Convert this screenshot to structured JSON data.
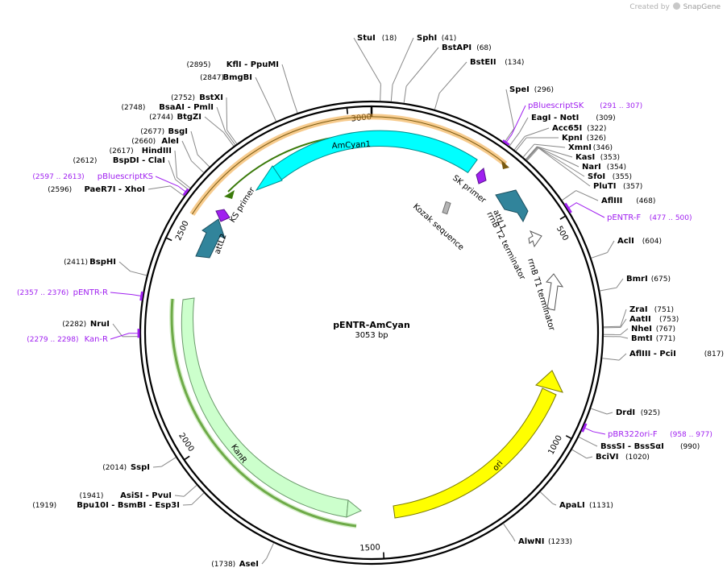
{
  "credit": {
    "prefix": "Created by",
    "brand": "SnapGene"
  },
  "plasmid": {
    "name": "pENTR-AmCyan",
    "length_label": "3053 bp",
    "length": 3053
  },
  "ticks": [
    {
      "bp": 3000,
      "label": "3000"
    },
    {
      "bp": 500,
      "label": "500"
    },
    {
      "bp": 1000,
      "label": "1000"
    },
    {
      "bp": 1500,
      "label": "1500"
    },
    {
      "bp": 2000,
      "label": "2000"
    },
    {
      "bp": 2500,
      "label": "2500"
    }
  ],
  "sites": [
    {
      "bp": 18,
      "pos": "(18)",
      "name": "StuI"
    },
    {
      "bp": 41,
      "pos": "(41)",
      "name": "SphI"
    },
    {
      "bp": 68,
      "pos": "(68)",
      "name": "BstAPI"
    },
    {
      "bp": 134,
      "pos": "(134)",
      "name": "BstEII"
    },
    {
      "bp": 296,
      "pos": "(296)",
      "name": "SpeI"
    },
    {
      "bp": 309,
      "pos": "(309)",
      "name": "EagI  - NotI"
    },
    {
      "bp": 322,
      "pos": "(322)",
      "name": "Acc65I"
    },
    {
      "bp": 326,
      "pos": "(326)",
      "name": "KpnI"
    },
    {
      "bp": 346,
      "pos": "(346)",
      "name": "XmnI"
    },
    {
      "bp": 353,
      "pos": "(353)",
      "name": "KasI"
    },
    {
      "bp": 354,
      "pos": "(354)",
      "name": "NarI"
    },
    {
      "bp": 355,
      "pos": "(355)",
      "name": "SfoI"
    },
    {
      "bp": 357,
      "pos": "(357)",
      "name": "PluTI"
    },
    {
      "bp": 468,
      "pos": "(468)",
      "name": "AflIII"
    },
    {
      "bp": 604,
      "pos": "(604)",
      "name": "AclI"
    },
    {
      "bp": 675,
      "pos": "(675)",
      "name": "BmrI"
    },
    {
      "bp": 751,
      "pos": "(751)",
      "name": "ZraI"
    },
    {
      "bp": 753,
      "pos": "(753)",
      "name": "AatII"
    },
    {
      "bp": 767,
      "pos": "(767)",
      "name": "NheI"
    },
    {
      "bp": 771,
      "pos": "(771)",
      "name": "BmtI"
    },
    {
      "bp": 817,
      "pos": "(817)",
      "name": "AflIII  - PciI"
    },
    {
      "bp": 925,
      "pos": "(925)",
      "name": "DrdI"
    },
    {
      "bp": 990,
      "pos": "(990)",
      "name": "BssSI  - BssSαI"
    },
    {
      "bp": 1020,
      "pos": "(1020)",
      "name": "BciVI"
    },
    {
      "bp": 1131,
      "pos": "(1131)",
      "name": "ApaLI"
    },
    {
      "bp": 1233,
      "pos": "(1233)",
      "name": "AlwNI"
    },
    {
      "bp": 1738,
      "pos": "(1738)",
      "name": "AseI"
    },
    {
      "bp": 1919,
      "pos": "(1919)",
      "name": "Bpu10I  - BsmBI  - Esp3I"
    },
    {
      "bp": 1941,
      "pos": "(1941)",
      "name": "AsiSI  - PvuI"
    },
    {
      "bp": 2014,
      "pos": "(2014)",
      "name": "SspI"
    },
    {
      "bp": 2282,
      "pos": "(2282)",
      "name": "NruI"
    },
    {
      "bp": 2411,
      "pos": "(2411)",
      "name": "BspHI"
    },
    {
      "bp": 2596,
      "pos": "(2596)",
      "name": "PaeR7I  - XhoI"
    },
    {
      "bp": 2612,
      "pos": "(2612)",
      "name": "BspDI  - ClaI"
    },
    {
      "bp": 2617,
      "pos": "(2617)",
      "name": "HindIII"
    },
    {
      "bp": 2660,
      "pos": "(2660)",
      "name": "AleI"
    },
    {
      "bp": 2677,
      "pos": "(2677)",
      "name": "BsgI"
    },
    {
      "bp": 2744,
      "pos": "(2744)",
      "name": "BtgZI"
    },
    {
      "bp": 2748,
      "pos": "(2748)",
      "name": "BsaAI  - PmlI"
    },
    {
      "bp": 2752,
      "pos": "(2752)",
      "name": "BstXI"
    },
    {
      "bp": 2847,
      "pos": "(2847)",
      "name": "BmgBI"
    },
    {
      "bp": 2895,
      "pos": "(2895)",
      "name": "KflI  - PpuMI"
    }
  ],
  "primers": [
    {
      "start": 291,
      "end": 307,
      "range": "(291 .. 307)",
      "name": "pBluescriptSK"
    },
    {
      "start": 477,
      "end": 500,
      "range": "(477 .. 500)",
      "name": "pENTR-F"
    },
    {
      "start": 958,
      "end": 977,
      "range": "(958 .. 977)",
      "name": "pBR322ori-F"
    },
    {
      "start": 2279,
      "end": 2298,
      "range": "(2279 .. 2298)",
      "name": "Kan-R"
    },
    {
      "start": 2357,
      "end": 2376,
      "range": "(2357 .. 2376)",
      "name": "pENTR-R"
    },
    {
      "start": 2597,
      "end": 2613,
      "range": "(2597 .. 2613)",
      "name": "pBluescriptKS"
    }
  ],
  "features": [
    {
      "name": "AmCyan1",
      "type": "cds",
      "color": "#00ffff"
    },
    {
      "name": "KanR",
      "type": "cds",
      "color": "#ccffcc"
    },
    {
      "name": "ori",
      "type": "origin",
      "color": "#ffff00"
    },
    {
      "name": "attL1",
      "type": "recombination",
      "color": "#31849b"
    },
    {
      "name": "attL2",
      "type": "recombination",
      "color": "#31849b"
    },
    {
      "name": "SK primer",
      "type": "primer_bind",
      "color": "#a020f0"
    },
    {
      "name": "KS primer",
      "type": "primer_bind",
      "color": "#a020f0"
    },
    {
      "name": "Kozak sequence",
      "type": "misc",
      "color": "#b4b4b4"
    },
    {
      "name": "rrnB T2 terminator",
      "type": "terminator",
      "color": "#ffffff"
    },
    {
      "name": "rrnB T1 terminator",
      "type": "terminator",
      "color": "#ffffff"
    }
  ],
  "colors": {
    "backbone": "#000000",
    "site_line": "#888888",
    "primer": "#a020f0",
    "orf": "#f0a030",
    "orf_stroke": "#3a7a0a"
  }
}
